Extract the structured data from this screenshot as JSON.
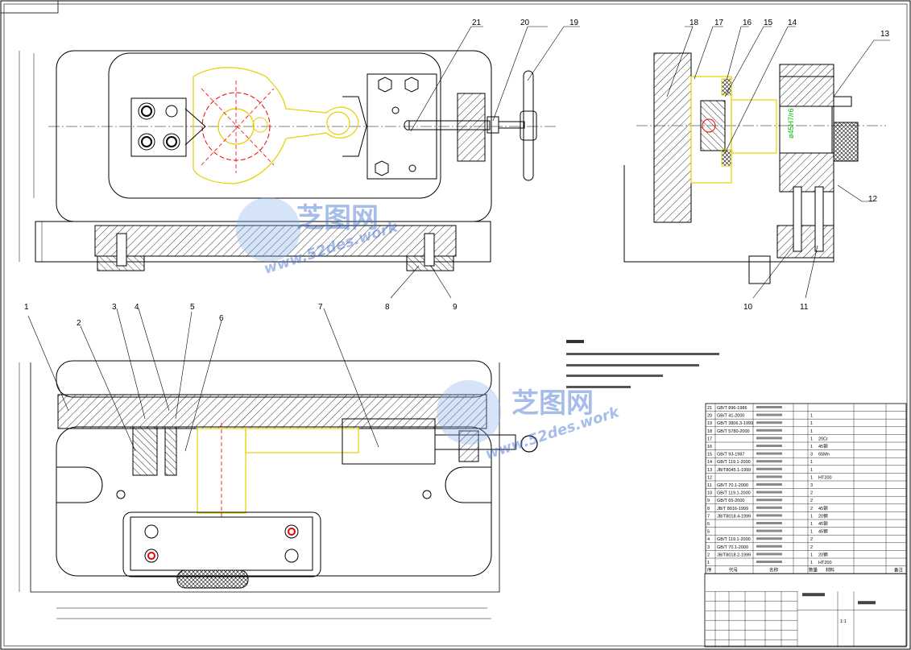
{
  "balloons": {
    "b1": "1",
    "b2": "2",
    "b3": "3",
    "b4": "4",
    "b5": "5",
    "b6": "6",
    "b7": "7",
    "b8": "8",
    "b9": "9",
    "b10": "10",
    "b11": "11",
    "b12": "12",
    "b13": "13",
    "b14": "14",
    "b15": "15",
    "b16": "16",
    "b17": "17",
    "b18": "18",
    "b19": "19",
    "b20": "20",
    "b21": "21"
  },
  "fit_annotation": "ø45H7/r6",
  "watermark": {
    "cn": "芝图网",
    "url": "www.52des.work"
  },
  "bom": {
    "rows": [
      {
        "no": "21",
        "std": "GB/T 896-1986"
      },
      {
        "no": "20",
        "std": "GB/T 41-2000",
        "qty": "1"
      },
      {
        "no": "19",
        "std": "GB/T 3806.3-1999",
        "qty": "1"
      },
      {
        "no": "18",
        "std": "GB/T 5780-2000",
        "qty": "1"
      },
      {
        "no": "17",
        "std": "",
        "qty": "1",
        "mat": "20Cr"
      },
      {
        "no": "16",
        "std": "",
        "qty": "1",
        "mat": "45钢"
      },
      {
        "no": "15",
        "std": "GB/T 93-1987",
        "qty": "3",
        "mat": "65Mn"
      },
      {
        "no": "14",
        "std": "GB/T 119.1-2000",
        "qty": "1"
      },
      {
        "no": "13",
        "std": "JB/T8045.1-1999",
        "qty": "1"
      },
      {
        "no": "12",
        "std": "",
        "qty": "1",
        "mat": "HT200"
      },
      {
        "no": "11",
        "std": "GB/T 70.1-2000",
        "qty": "3"
      },
      {
        "no": "10",
        "std": "GB/T 119.1-2000",
        "qty": "2"
      },
      {
        "no": "9",
        "std": "GB/T 65-2000",
        "qty": "2"
      },
      {
        "no": "8",
        "std": "JB/T 8016-1999",
        "qty": "2",
        "mat": "45钢"
      },
      {
        "no": "7",
        "std": "JB/T8018.4-1999",
        "qty": "1",
        "mat": "20钢"
      },
      {
        "no": "6",
        "std": "",
        "qty": "1",
        "mat": "45钢"
      },
      {
        "no": "5",
        "std": "",
        "qty": "1",
        "mat": "45钢"
      },
      {
        "no": "4",
        "std": "GB/T 119.1-2000",
        "qty": "2"
      },
      {
        "no": "3",
        "std": "GB/T 70.1-2000",
        "qty": "2"
      },
      {
        "no": "2",
        "std": "JB/T8018.2-1999",
        "qty": "1",
        "mat": "20钢"
      },
      {
        "no": "1",
        "std": "",
        "qty": "1",
        "mat": "HT200"
      }
    ],
    "header": {
      "c1": "序",
      "c2": "代号",
      "c3": "名称",
      "c4": "数量",
      "c5": "材料",
      "c6": "备注"
    },
    "scale": "1:1"
  }
}
